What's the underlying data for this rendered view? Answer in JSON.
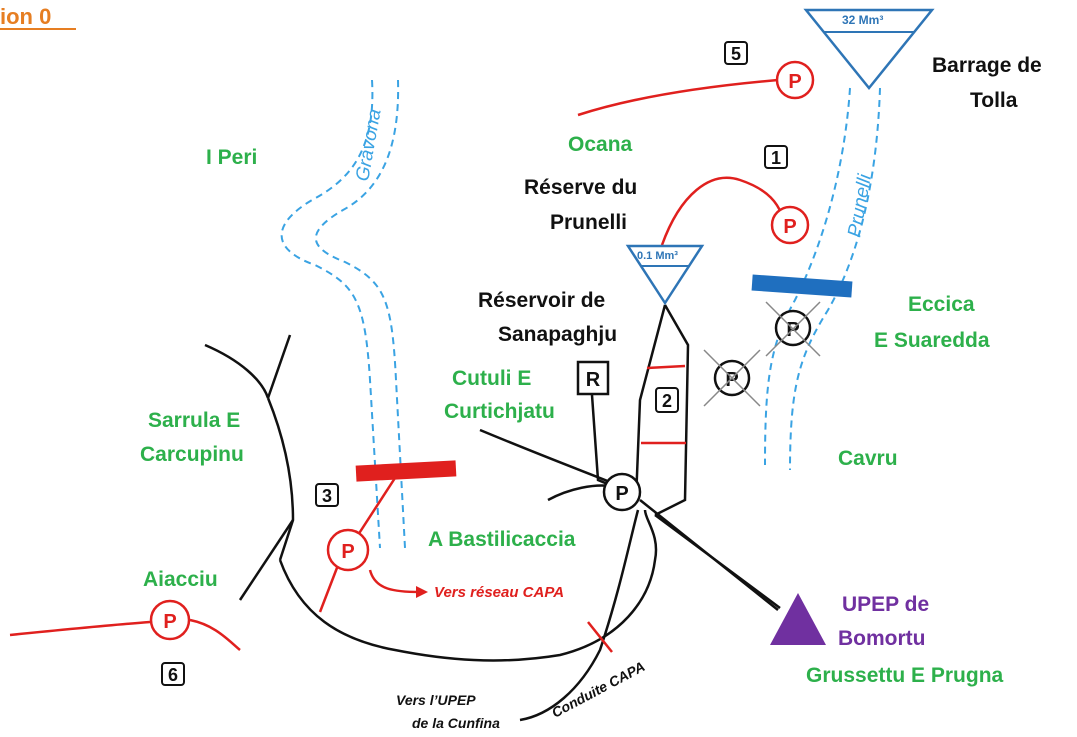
{
  "title": "ion 0",
  "places": {
    "i_peri": "I Peri",
    "ocana": "Ocana",
    "sarrula_1": "Sarrula E",
    "sarrula_2": "Carcupinu",
    "cutuli_1": "Cutuli E",
    "cutuli_2": "Curtichjatu",
    "bastilicaccia": "A Bastilicaccia",
    "aiacciu": "Aiacciu",
    "eccica_1": "Eccica",
    "eccica_2": "E Suaredda",
    "cavru": "Cavru",
    "grussettu": "Grussettu E Prugna"
  },
  "infrastructure": {
    "barrage_1": "Barrage de",
    "barrage_2": "Tolla",
    "barrage_capacity": "32 Mm³",
    "reserve_1": "Réserve du",
    "reserve_2": "Prunelli",
    "reserve_capacity": "0.1 Mm³",
    "reservoir_1": "Réservoir de",
    "reservoir_2": "Sanapaghju",
    "upep_1": "UPEP de",
    "upep_2": "Bomortu"
  },
  "rivers": {
    "gravona": "Gravona",
    "prunelli": "Prunelli"
  },
  "annotations": {
    "vers_capa": "Vers réseau CAPA",
    "conduite_capa": "Conduite CAPA",
    "vers_upep_1": "Vers l’UPEP",
    "vers_upep_2": "de la Cunfina"
  },
  "symbols": {
    "pump": "P",
    "reservoir": "R"
  },
  "numbers": {
    "n1": "1",
    "n2": "2",
    "n3": "3",
    "n5": "5",
    "n6": "6"
  },
  "colors": {
    "network_black": "#111111",
    "pipe_red": "#e0201e",
    "river_blue": "#3aa3e3",
    "reservoir_blue": "#2e75b6",
    "place_green": "#2db04b",
    "upep_purple": "#7030a0",
    "title_orange": "#e67e22"
  }
}
